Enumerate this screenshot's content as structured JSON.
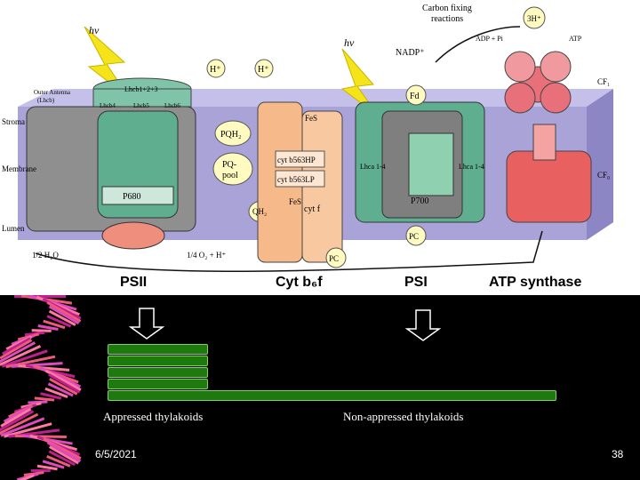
{
  "figure": {
    "hv_1": "hν",
    "hv_2": "hν",
    "carbon_fixing": "Carbon fixing",
    "carbon_fixing_2": "reactions",
    "nadp": "NADP⁺",
    "three_h": "3H⁺",
    "adp_pi": "ADP + Pi",
    "atp": "ATP",
    "h_plus": "H⁺",
    "h_plus_2": "H⁺",
    "pqh2": "PQH₂",
    "pq_pool": "PQ-",
    "pq_pool_2": "pool",
    "qh2": "QH₂",
    "stroma": "Stroma",
    "membrane": "Membrane",
    "lumen": "Lumen",
    "outer_antenna": "Outer Antenna",
    "outer_antenna_2": "(Lhcb)",
    "lhcb123": "Lhcb1+2+3",
    "lhcb4": "Lhcb4",
    "lhcb5": "Lhcb5",
    "lhcb6": "Lhcb6",
    "p680": "P680",
    "p700": "P700",
    "fd": "Fd",
    "pc": "PC",
    "pc2": "PC",
    "cyt_b563hp": "cyt b563HP",
    "cyt_b563lp": "cyt b563LP",
    "cyt_f": "cyt f",
    "fes": "FeS",
    "fes2": "FeS",
    "water": "1/2 H₂O",
    "o2": "1/4 O₂ + H⁺",
    "cf1": "CF₁",
    "cf0": "CF₀",
    "lhca_left": "Lhca 1-4",
    "lhca_right": "Lhca 1-4",
    "psii": "PSII",
    "cytb6f": "Cyt b₆f",
    "psi": "PSI",
    "atp_synthase": "ATP synthase"
  },
  "captions": {
    "appressed": "Appressed  thylakoids",
    "nonappressed": "Non-appressed thylakoids"
  },
  "footer": {
    "date": "6/5/2021",
    "page": "38"
  },
  "colors": {
    "membrane": "#a9a3d8",
    "psii_green": "#5fae8f",
    "cyt_orange": "#f6b98a",
    "atp_pink": "#e8707a",
    "bar_green": "#1e7a0f",
    "dna_magenta": "#c0208f",
    "dna_pink": "#f05a7a"
  }
}
